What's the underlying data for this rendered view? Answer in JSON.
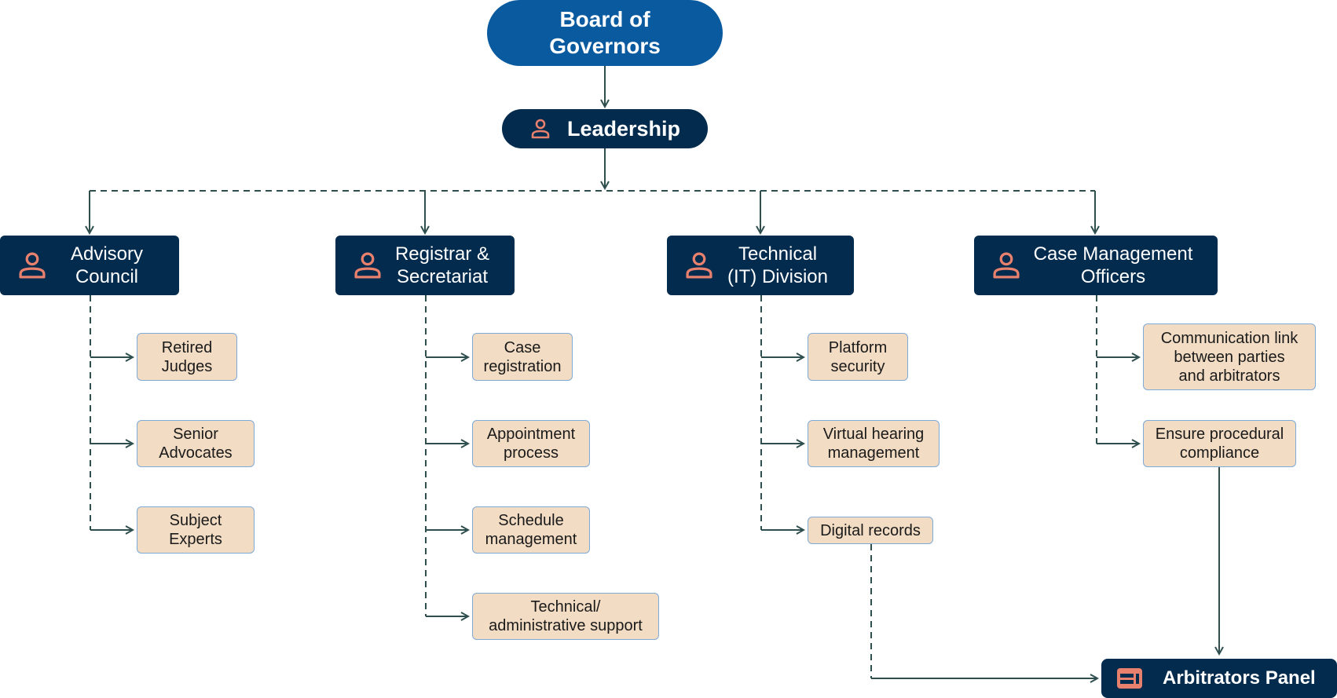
{
  "diagram": {
    "colors": {
      "board": "#0A5AA0",
      "navy": "#022B4E",
      "leaf_fill": "#F2DCC4",
      "leaf_border": "#7FA9D6",
      "icon_accent": "#E8806E",
      "connector": "#2F4F4F"
    },
    "board": {
      "label": "Board of Governors",
      "line1": "Board of",
      "line2": "Governors"
    },
    "leadership": {
      "label": "Leadership",
      "icon": "person-icon"
    },
    "departments": [
      {
        "id": "advisory",
        "line1": "Advisory",
        "line2": "Council",
        "icon": "person-icon",
        "items": [
          {
            "line1": "Retired",
            "line2": "Judges"
          },
          {
            "line1": "Senior",
            "line2": "Advocates"
          },
          {
            "line1": "Subject",
            "line2": "Experts"
          }
        ]
      },
      {
        "id": "registrar",
        "line1": "Registrar &",
        "line2": "Secretariat",
        "icon": "person-icon",
        "items": [
          {
            "line1": "Case",
            "line2": "registration"
          },
          {
            "line1": "Appointment",
            "line2": "process"
          },
          {
            "line1": "Schedule",
            "line2": "management"
          },
          {
            "line1": "Technical/",
            "line2": "administrative support"
          }
        ]
      },
      {
        "id": "technical",
        "line1": "Technical",
        "line2": "(IT) Division",
        "icon": "person-icon",
        "items": [
          {
            "line1": "Platform",
            "line2": "security"
          },
          {
            "line1": "Virtual hearing",
            "line2": "management"
          },
          {
            "line1": "Digital records",
            "line2": ""
          }
        ]
      },
      {
        "id": "cmo",
        "line1": "Case Management",
        "line2": "Officers",
        "icon": "person-icon",
        "items": [
          {
            "line1": "Communication link",
            "line2": "between parties",
            "line3": "and arbitrators"
          },
          {
            "line1": "Ensure procedural",
            "line2": "compliance"
          }
        ]
      }
    ],
    "arbitrators_panel": {
      "label": "Arbitrators Panel",
      "icon": "panel-icon"
    }
  }
}
